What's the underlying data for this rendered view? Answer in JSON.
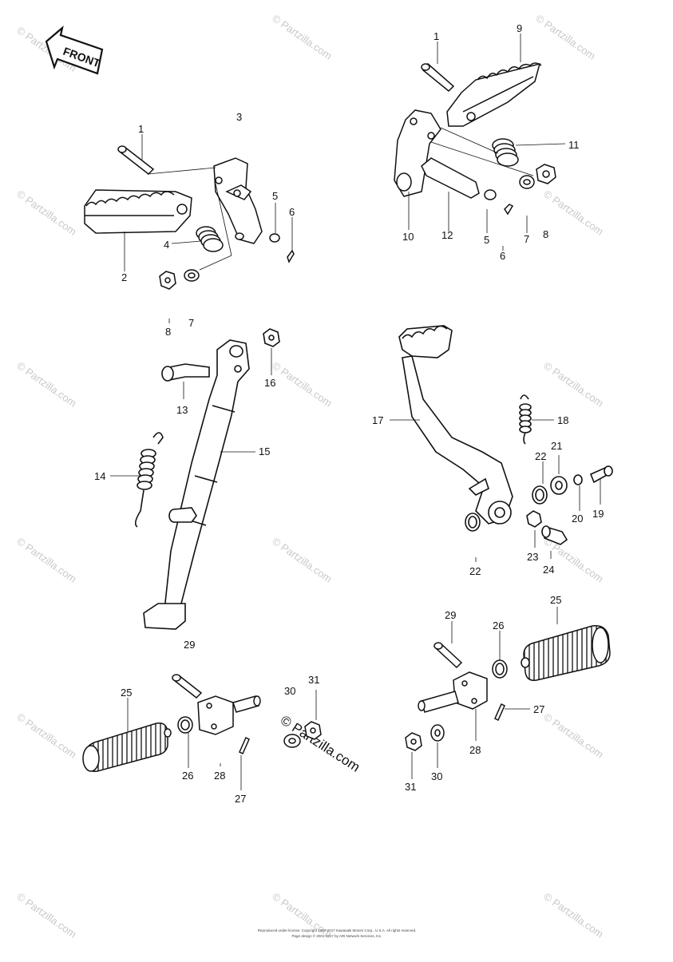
{
  "front_badge": {
    "label": "FRONT"
  },
  "watermark": {
    "text": "© Partzilla.com",
    "center_text": "© Partzilla.com"
  },
  "callouts": {
    "a1": "1",
    "a2": "2",
    "a3": "3",
    "a4": "4",
    "a5": "5",
    "a6": "6",
    "a7": "7",
    "a8": "8",
    "b1": "1",
    "b9": "9",
    "b11": "11",
    "b10": "10",
    "b12": "12",
    "b5": "5",
    "b6": "6",
    "b7": "7",
    "b8": "8",
    "c13": "13",
    "c14": "14",
    "c15": "15",
    "c16": "16",
    "c29": "29",
    "d17": "17",
    "d18": "18",
    "d19": "19",
    "d20": "20",
    "d21": "21",
    "d22a": "22",
    "d22b": "22",
    "d23": "23",
    "d24": "24",
    "e25": "25",
    "e26": "26",
    "e27": "27",
    "e28": "28",
    "e30": "30",
    "e31": "31",
    "f25": "25",
    "f26": "26",
    "f27": "27",
    "f28": "28",
    "f29": "29",
    "f30": "30",
    "f31": "31"
  },
  "footer": {
    "line1": "Reproduced under license. Copyright 1997-2017 Kawasaki Motors Corp., U.S.A. All rights reserved.",
    "line2": "Page design © 2001-2017 by ARI Network Services, Inc."
  }
}
